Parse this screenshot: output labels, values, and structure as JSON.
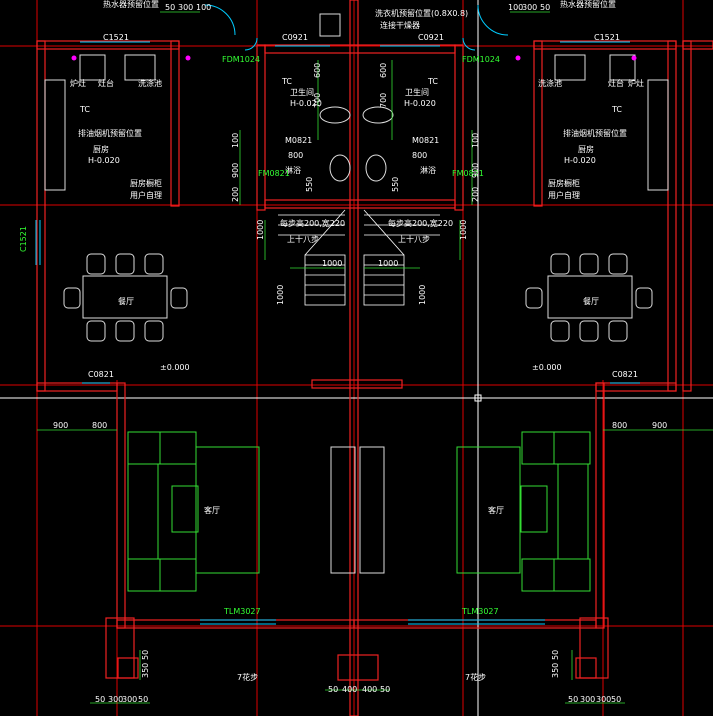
{
  "labels": {
    "window_top_left": "C1521",
    "window_top_right": "C1521",
    "window_mid_left": "C0921",
    "window_mid_right": "C0921",
    "door_left": "FDM1024",
    "door_right": "FDM1024",
    "heater_left": "热水器预留位置",
    "heater_right": "热水器预留位置",
    "sink_left": "洗涤池",
    "sink_right": "洗涤池",
    "gas_left": "灶台",
    "gas_right": "灶台",
    "stove_left": "炉灶",
    "stove_right": "炉灶",
    "hood_left": "排油烟机预留位置",
    "hood_right": "排油烟机预留位置",
    "kitchen_left": "厨房",
    "kitchen_right": "厨房",
    "kitchen_elev_left": "H-0.020",
    "kitchen_elev_right": "H-0.020",
    "cabinet_left": "厨房橱柜",
    "cabinet_right": "厨房橱柜",
    "cabinet_note_left": "用户自理",
    "cabinet_note_right": "用户自理",
    "bath_left": "卫生间",
    "bath_right": "卫生间",
    "bath_elev_left": "H-0.020",
    "bath_elev_right": "H-0.020",
    "tc_left": "TC",
    "tc_right": "TC",
    "tc_k_left": "TC",
    "tc_k_right": "TC",
    "shower_left": "淋浴",
    "shower_right": "淋浴",
    "door_bath_left": "M0821",
    "door_bath_right": "M0821",
    "door_side_left": "FM0821",
    "door_side_right": "FM0821",
    "vent_note": "洗衣机预留位置(0.8X0.8)",
    "vent_note2": "连接干燥器",
    "step_left": "每步高200,宽220",
    "step_right": "每步高200,宽220",
    "stairs_left": "上十八步",
    "stairs_right": "上十八步",
    "dining_left": "餐厅",
    "dining_right": "餐厅",
    "window_side_left": "C1521",
    "elev_zero_left": "±0.000",
    "elev_zero_right": "±0.000",
    "win_c0821_left": "C0821",
    "win_c0821_right": "C0821",
    "living_left": "客厅",
    "living_right": "客厅",
    "tlm_left": "TLM3027",
    "tlm_right": "TLM3027",
    "porch_left": "7花步",
    "porch_right": "7花步"
  },
  "dims": {
    "d50a": "50",
    "d300a": "300",
    "d100a": "100",
    "d100b": "100",
    "d300b": "300",
    "d50b": "50",
    "d600a": "600",
    "d700a": "700",
    "d600b": "600",
    "d700b": "700",
    "d800a": "800",
    "d550a": "550",
    "d800b": "800",
    "d550b": "550",
    "d100c": "100",
    "d900a": "900",
    "d200a": "200",
    "d100d": "100",
    "d900b": "900",
    "d200b": "200",
    "d1000a": "1000",
    "d1000b": "1000",
    "d1000c": "1000",
    "d1000d": "1000",
    "d1000e": "1000",
    "d1000f": "1000",
    "d900c": "900",
    "d800c": "800",
    "d800d": "800",
    "d900d": "900",
    "d350a": "350",
    "d50c": "50",
    "d350b": "350",
    "d50d": "50",
    "b50a": "50",
    "b300a": "300",
    "b300b": "300",
    "b50b": "50",
    "b50c": "50",
    "b400a": "400",
    "b400b": "400",
    "b50d": "50",
    "b50e": "50",
    "b300c": "300",
    "b300d": "300",
    "b50f": "50"
  }
}
